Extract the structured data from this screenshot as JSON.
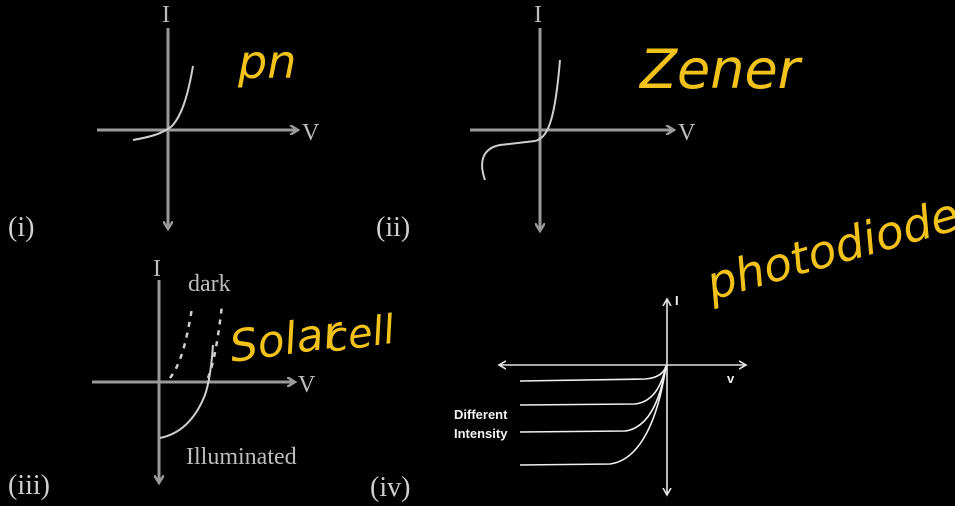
{
  "axis_labels": {
    "current": "I",
    "voltage": "V",
    "voltage_small": "v"
  },
  "panels": [
    {
      "roman": "(i)",
      "handwritten": "pn"
    },
    {
      "roman": "(ii)",
      "handwritten": "Zener"
    },
    {
      "roman": "(iii)",
      "handwritten_line1": "Solar",
      "handwritten_line2": "cell",
      "label_dark": "dark",
      "label_illuminated": "Illuminated"
    },
    {
      "roman": "(iv)",
      "handwritten": "photodiode",
      "label_line1": "Different",
      "label_line2": "Intensity"
    }
  ],
  "colors": {
    "background": "#000000",
    "axis": "#9a9a9a",
    "handwriting": "#f2c21b"
  }
}
